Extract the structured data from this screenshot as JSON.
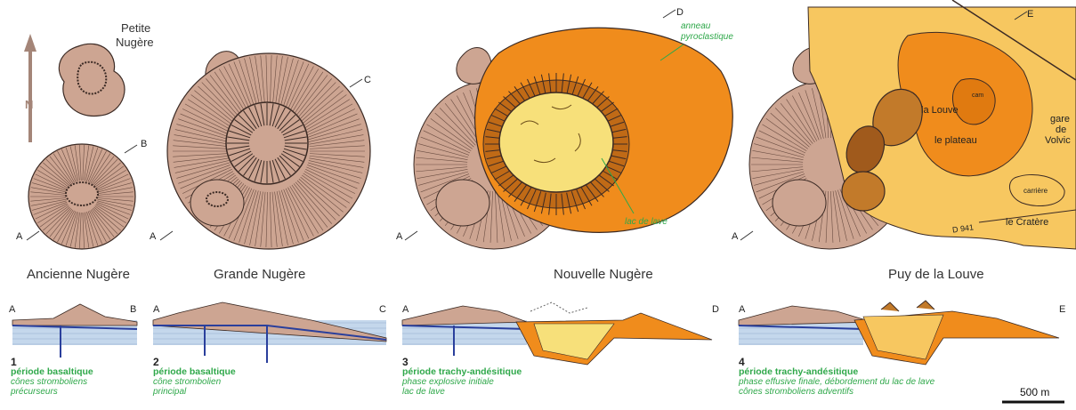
{
  "north_label": "N",
  "map_labels": {
    "petite_nugere": [
      "Petite",
      "Nugère"
    ],
    "anneau": [
      "anneau",
      "pyroclastique"
    ],
    "lac": "lac de lave",
    "la_louve": "la Louve",
    "le_plateau": "le plateau",
    "gare": [
      "gare",
      "de",
      "Volvic"
    ],
    "carriere": "carrière",
    "le_cratere": "le Cratère",
    "road": "D 941",
    "road2": "cam"
  },
  "profile_points": {
    "a": "A",
    "b": "B",
    "c": "C",
    "d": "D",
    "e": "E"
  },
  "panels": [
    {
      "title": "Ancienne Nugère",
      "number": "1",
      "period": "période basaltique",
      "lines": [
        "cônes stromboliens",
        "précurseurs"
      ]
    },
    {
      "title": "Grande Nugère",
      "number": "2",
      "period": "période basaltique",
      "lines": [
        "cône strombolien",
        "principal"
      ]
    },
    {
      "title": "Nouvelle Nugère",
      "number": "3",
      "period": "période trachy-andésitique",
      "lines": [
        "phase explosive initiale",
        "lac de lave"
      ]
    },
    {
      "title": "Puy de la Louve",
      "number": "4",
      "period": "période trachy-andésitique",
      "lines": [
        "phase effusive finale, débordement du lac de lave",
        "cônes stromboliens adventifs"
      ]
    }
  ],
  "scale_bar": "500 m",
  "colors": {
    "cone": "#cda592",
    "orange": "#f08c1c",
    "yellow": "#f7e07a",
    "lava_brown": "#c27a2a",
    "basement": "#c4d7ec",
    "blue_dark": "#2a3f9c",
    "green_text": "#2fa84a"
  }
}
